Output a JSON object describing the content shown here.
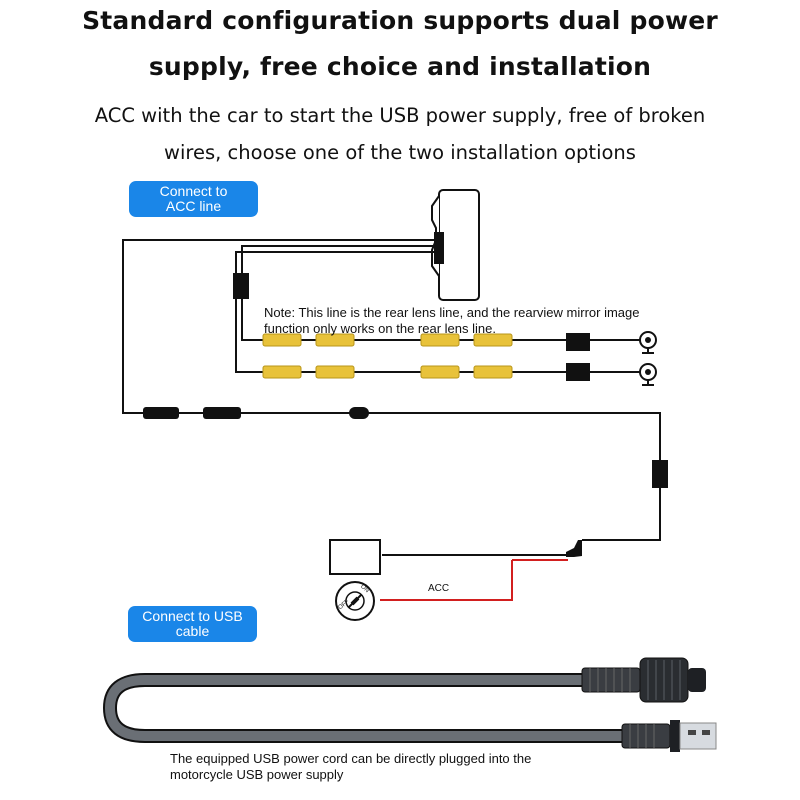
{
  "header": {
    "title_line1": "Standard configuration supports dual power",
    "title_line2": "supply, free choice and installation",
    "subtitle_line1": "ACC with the car to start the USB power supply, free of broken",
    "subtitle_line2": "wires, choose one of the two installation options"
  },
  "labels": {
    "acc_option": [
      "Connect to",
      "ACC line"
    ],
    "usb_option": [
      "Connect to USB",
      "cable"
    ],
    "note_line1": "Note: This line is the rear lens line, and the rearview mirror image",
    "note_line2": "function only works on the rear lens line.",
    "acc_wire": "ACC",
    "switch_on": "ON",
    "switch_off": "OFF",
    "usb_caption_line1": "The equipped USB power cord can be directly plugged into the",
    "usb_caption_line2": "motorcycle USB power supply"
  },
  "colors": {
    "pill": "#1a86e8",
    "wire": "#111111",
    "connector": "#e8c23a",
    "acc_wire": "#d21f1f",
    "cable": "#555a60"
  }
}
